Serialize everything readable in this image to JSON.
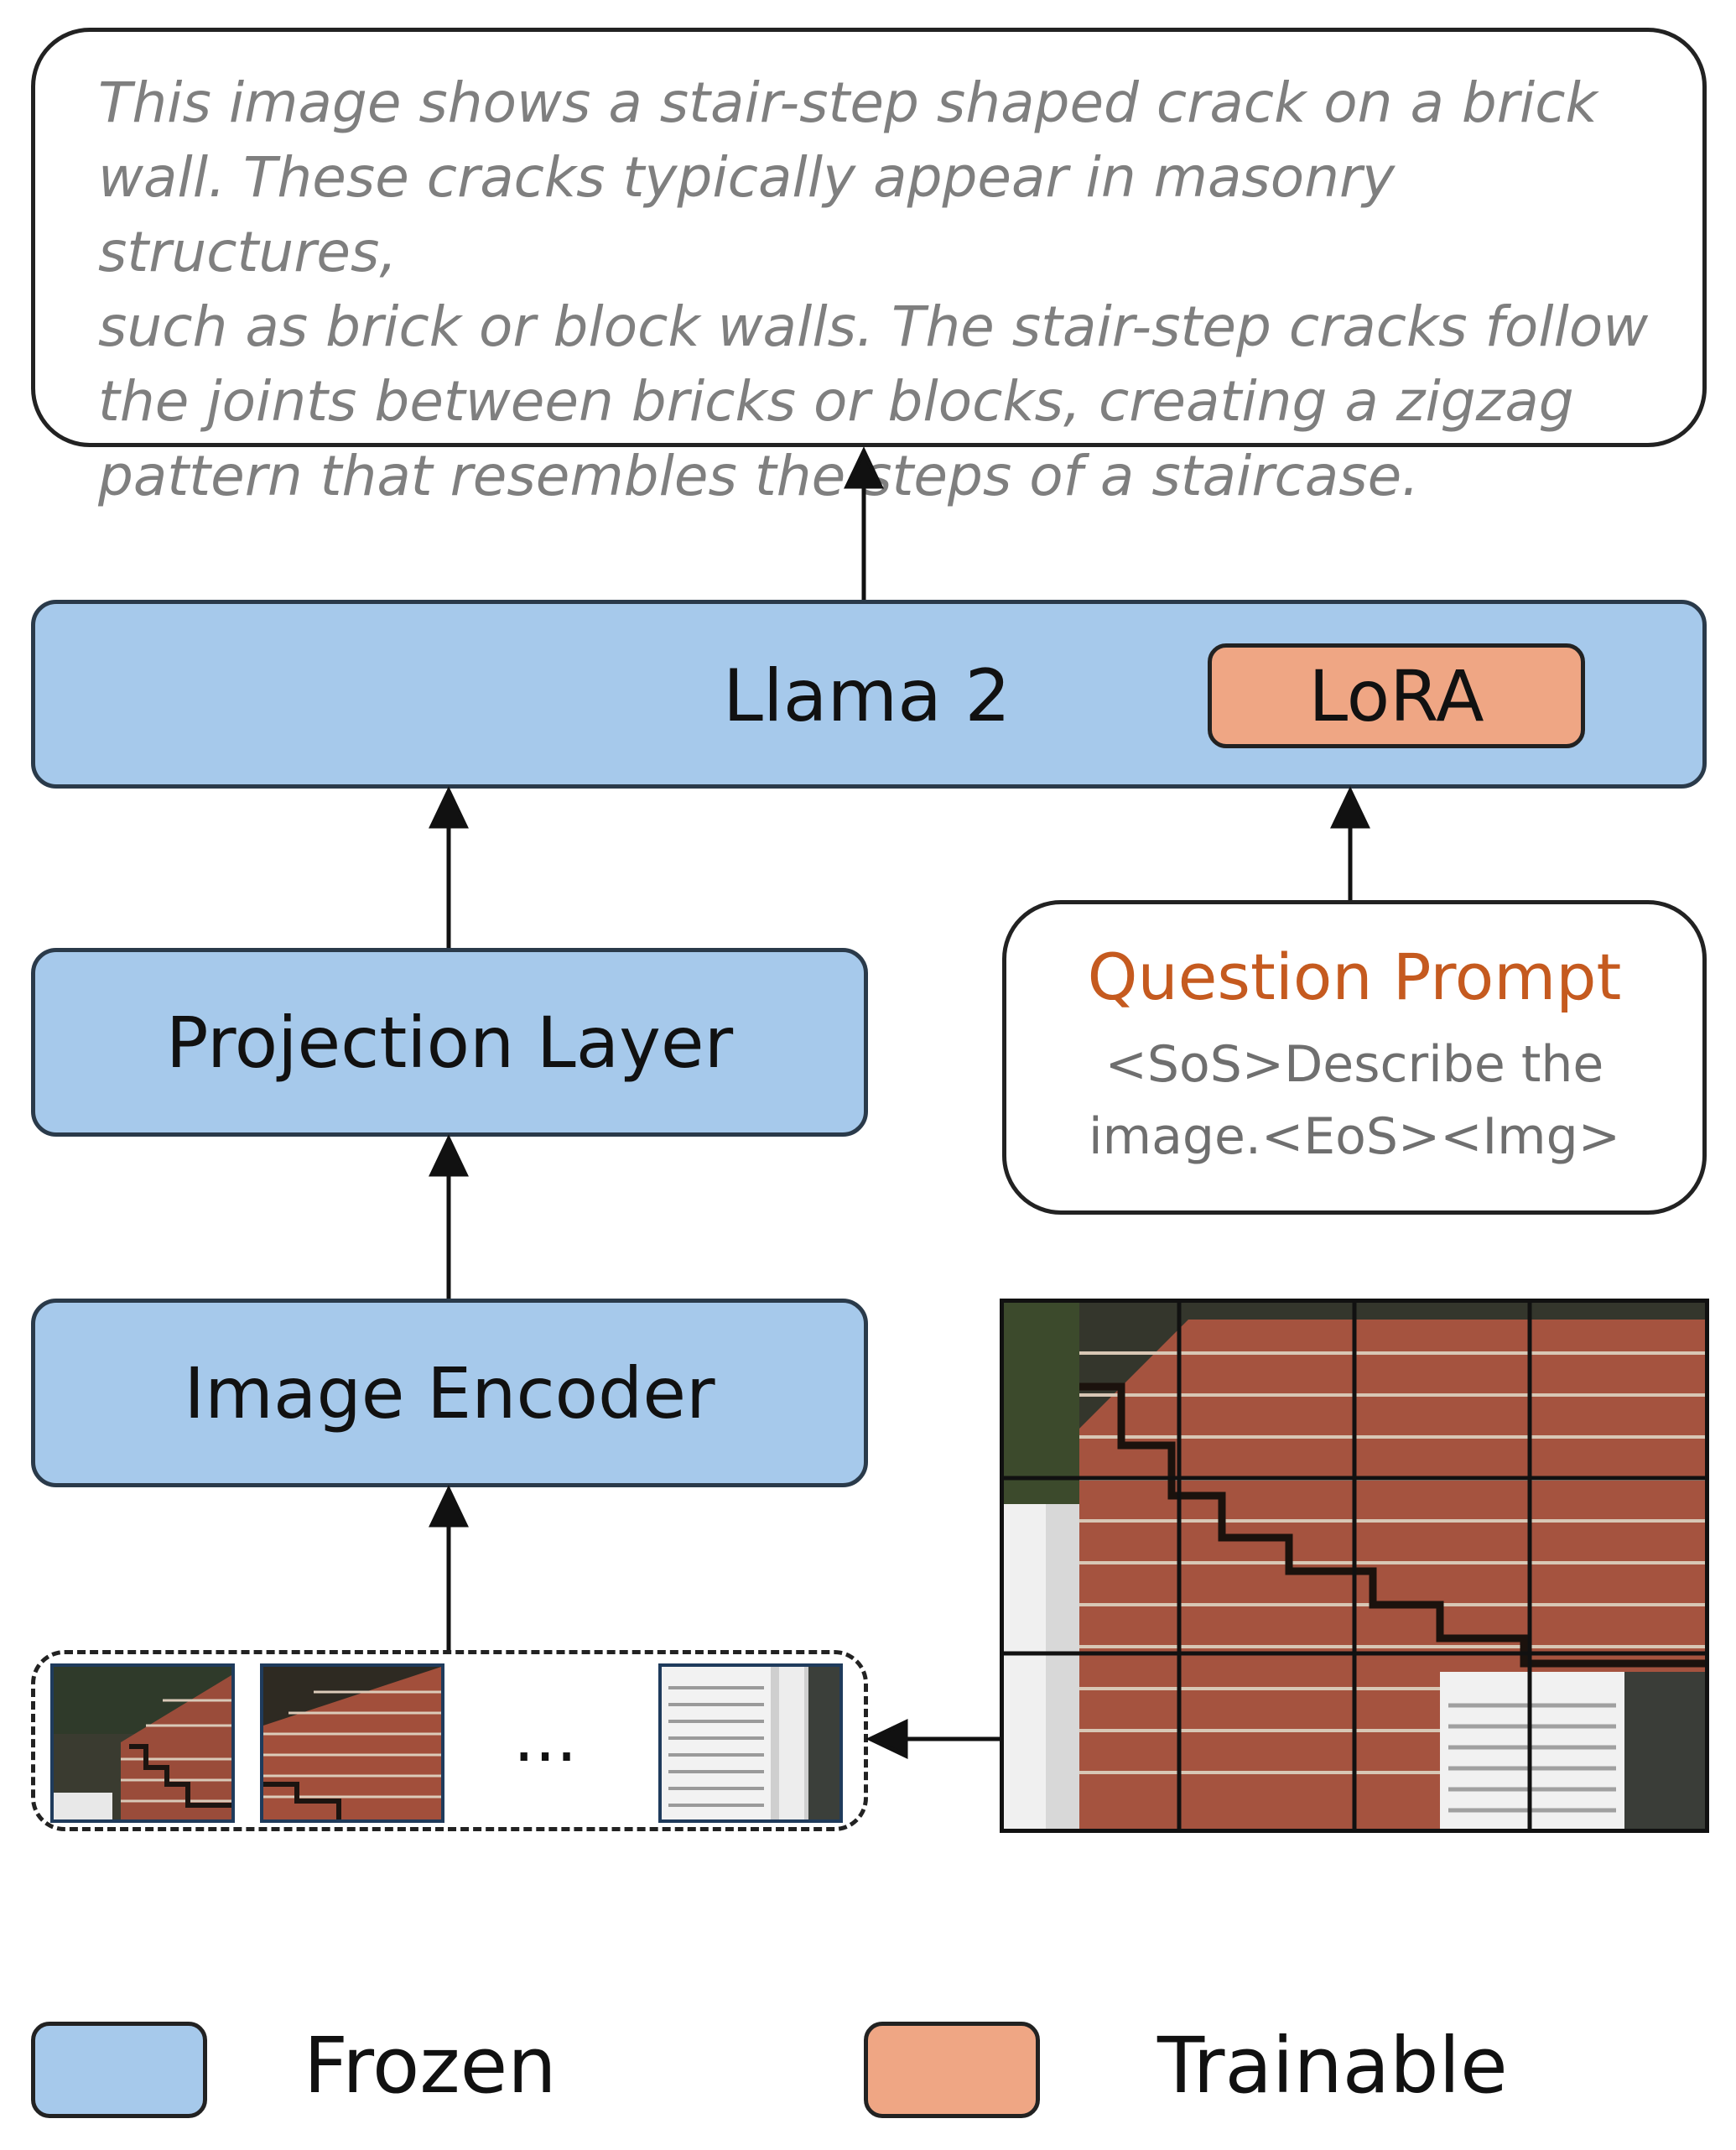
{
  "output": {
    "lines": [
      "This image shows a stair-step shaped crack on a brick",
      "wall. These cracks typically appear in masonry structures,",
      "such as brick or block walls. The stair-step cracks follow",
      "the joints between bricks or blocks, creating a zigzag",
      "pattern that resembles the steps of a staircase."
    ]
  },
  "nodes": {
    "llama": "Llama 2",
    "lora": "LoRA",
    "projection": "Projection Layer",
    "encoder": "Image Encoder"
  },
  "prompt": {
    "title": "Question Prompt",
    "line1": "<SoS>Describe the",
    "line2": "image.<EoS><Img>"
  },
  "patches": {
    "ellipsis": "..."
  },
  "legend": {
    "frozen": "Frozen",
    "trainable": "Trainable"
  },
  "colors": {
    "frozen": "#a6c9eb",
    "trainable": "#efa684",
    "prompt_title": "#c55a1f",
    "output_text": "#7f7f7f"
  }
}
